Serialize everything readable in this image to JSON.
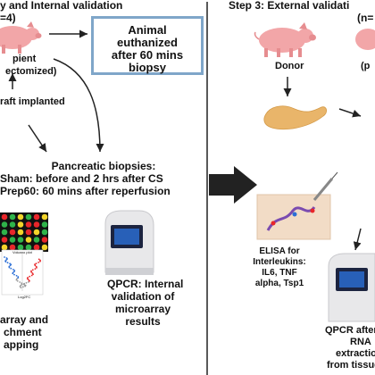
{
  "left_panel": {
    "header": "y and Internal validation",
    "header_count": "=4)",
    "recipient_line1": "pient",
    "recipient_line2": "ectomized)",
    "graft_label": "raft implanted",
    "euthanized_box": {
      "line1": "Animal",
      "line2": "euthanized",
      "line3": "after 60 mins",
      "line4": "biopsy"
    },
    "biopsies": {
      "title": "Pancreatic biopsies:",
      "line1": "Sham: before and 2 hrs after CS",
      "line2": "Prep60: 60 mins after reperfusion"
    },
    "volcano_title": "Volcano plot",
    "volcano_xlabel": "Log2FC",
    "microarray_line1": "array and",
    "microarray_line2": "chment",
    "microarray_line3": "apping",
    "qpcr_internal": {
      "line1": "QPCR: Internal",
      "line2": "validation of",
      "line3": "microarray",
      "line4": "results"
    }
  },
  "right_panel": {
    "header": "Step 3: External validati",
    "header_count": "(n=",
    "donor_label": "Donor",
    "recipient_partial": "(p",
    "elisa": {
      "line1": "ELISA for",
      "line2": "Interleukins:",
      "line3": "IL6, TNF",
      "line4": "alpha, Tsp1"
    },
    "qpcr_external": {
      "line1": "QPCR after",
      "line2": "RNA",
      "line3": "extraction",
      "line4": "from tissue"
    }
  },
  "colors": {
    "pig_pink": "#f2a6a8",
    "box_border": "#7fa6c9",
    "pancreas": "#e9b56a",
    "arrow": "#222222",
    "heatmap_red": "#e8262a",
    "heatmap_green": "#2fb34a",
    "heatmap_yellow": "#f2d42a"
  },
  "icons": [
    "pig-icon",
    "pancreas-icon",
    "qpcr-machine-icon",
    "heatmap-icon",
    "volcano-plot-icon",
    "elisa-plate-icon",
    "syringe-icon"
  ]
}
